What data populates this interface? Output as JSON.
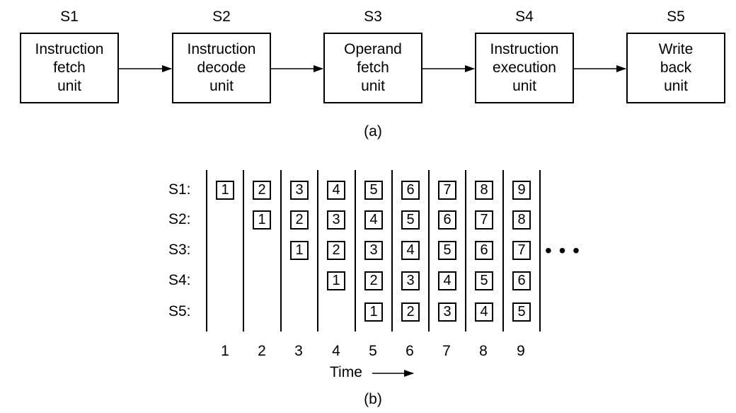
{
  "figure_a": {
    "stages": [
      {
        "tag": "S1",
        "lines": [
          "Instruction",
          "fetch",
          "unit"
        ]
      },
      {
        "tag": "S2",
        "lines": [
          "Instruction",
          "decode",
          "unit"
        ]
      },
      {
        "tag": "S3",
        "lines": [
          "Operand",
          "fetch",
          "unit"
        ]
      },
      {
        "tag": "S4",
        "lines": [
          "Instruction",
          "execution",
          "unit"
        ]
      },
      {
        "tag": "S5",
        "lines": [
          "Write",
          "back",
          "unit"
        ]
      }
    ],
    "caption": "(a)"
  },
  "figure_b": {
    "row_labels": [
      "S1:",
      "S2:",
      "S3:",
      "S4:",
      "S5:"
    ],
    "time_ticks": [
      "1",
      "2",
      "3",
      "4",
      "5",
      "6",
      "7",
      "8",
      "9"
    ],
    "time_label": "Time",
    "ellipsis": "• • •",
    "caption": "(b)"
  }
}
